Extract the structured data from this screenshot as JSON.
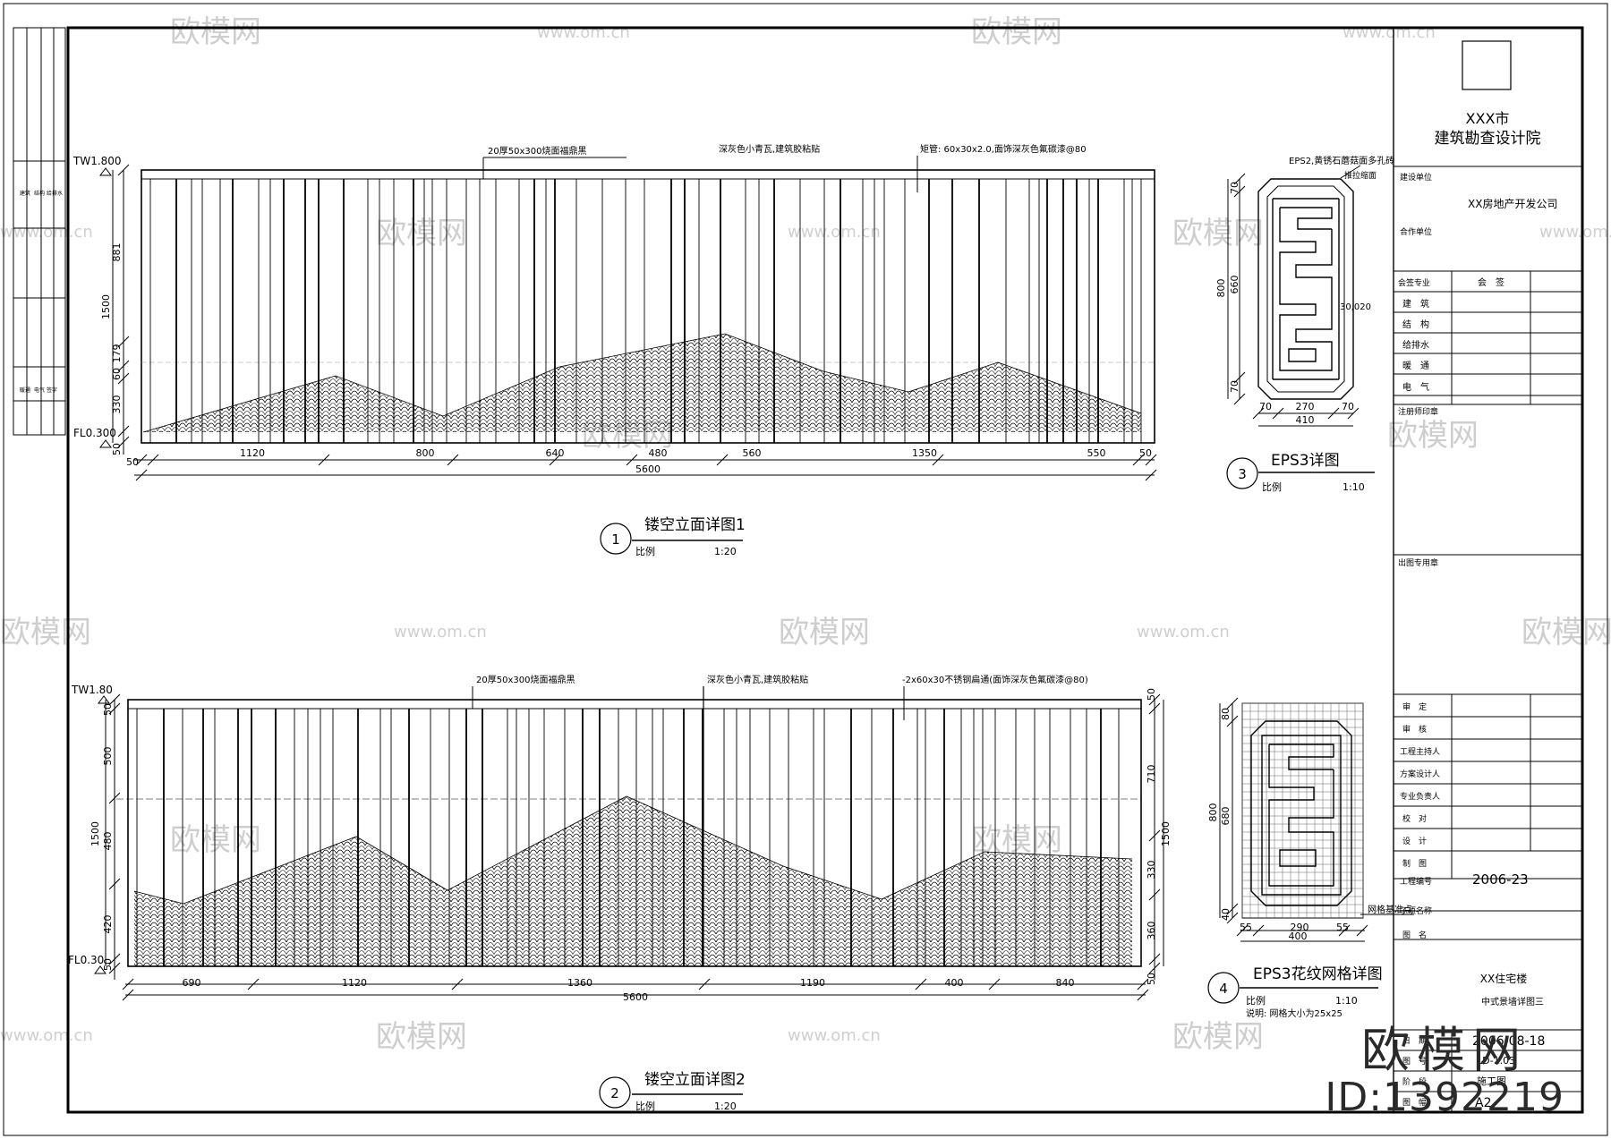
{
  "drawing1": {
    "top_label": "TW1.800",
    "bottom_label": "FL0.300",
    "note_coping": "20厚50x300烧面福鼎黑",
    "note_tile": "深灰色小青瓦,建筑胶粘贴",
    "note_tube": "矩管: 60x30x2.0,面饰深灰色氟碳漆@80",
    "dims_bottom": [
      "50",
      "1120",
      "800",
      "640",
      "480",
      "560",
      "1350",
      "550",
      "50"
    ],
    "dim_total": "5600",
    "dims_left": [
      "881",
      "179",
      "60",
      "330",
      "50"
    ],
    "dim_left_total": "1500",
    "title_number": "1",
    "title": "镂空立面详图1",
    "scale_label": "比例",
    "scale": "1:20"
  },
  "drawing2": {
    "top_label": "TW1.80",
    "bottom_label": "FL0.30",
    "note_coping": "20厚50x300烧面福鼎黑",
    "note_tile": "深灰色小青瓦,建筑胶粘贴",
    "note_tube": "-2x60x30不锈钢扁通(面饰深灰色氟碳漆@80)",
    "dims_bottom": [
      "690",
      "1120",
      "1360",
      "1190",
      "400",
      "840"
    ],
    "dim_total": "5600",
    "dims_left": [
      "50",
      "500",
      "480",
      "420",
      "50"
    ],
    "dim_left_total": "1500",
    "dims_right": [
      "50",
      "710",
      "330",
      "360",
      "50"
    ],
    "dim_right_total": "1500",
    "title_number": "2",
    "title": "镂空立面详图2",
    "scale_label": "比例",
    "scale": "1:20"
  },
  "drawing3": {
    "note": "EPS2,黄锈石蘑菇面多孔砖",
    "note2": "推拉缩面",
    "dims_left": [
      "70",
      "660",
      "70"
    ],
    "dim_left_total": "800",
    "dim_side": "30,020",
    "dims_bottom": [
      "70",
      "270",
      "70"
    ],
    "dim_total": "410",
    "title_number": "3",
    "title": "EPS3详图",
    "scale_label": "比例",
    "scale": "1:10"
  },
  "drawing4": {
    "dims_left": [
      "80",
      "680",
      "40"
    ],
    "dim_left_total": "800",
    "dims_bottom": [
      "55",
      "290",
      "55"
    ],
    "dim_total": "400",
    "note": "网格基准点",
    "title_number": "4",
    "title": "EPS3花纹网格详图",
    "scale_label": "比例",
    "scale": "1:10",
    "note_grid": "说明: 网格大小为25x25"
  },
  "title_block": {
    "institute_line1": "XXX市",
    "institute_line2": "建筑勘查设计院",
    "client_label": "建设单位",
    "client": "XX房地产开发公司",
    "partner_label": "合作单位",
    "review_label": "会签专业",
    "review_header": "会　签",
    "disciplines": [
      "建　筑",
      "结　构",
      "给排水",
      "暖　通",
      "电　气"
    ],
    "notes_label": "注册师印章",
    "stamp_label": "出图专用章",
    "signoff": [
      "审　定",
      "审　核",
      "工程主持人",
      "方案设计人",
      "专业负责人",
      "校　对",
      "设　计",
      "制　图"
    ],
    "project_no_label": "工程编号",
    "project_no": "2006-23",
    "subitem_label": "子项名称",
    "drawing_name_label": "图　名",
    "project_name": "XX住宅楼",
    "drawing_name": "中式景墙详图三",
    "date_label": "日　期",
    "date": "2006-08-18",
    "sheet_no_label": "图　号",
    "sheet_no": "LD-1.03",
    "phase_label": "阶　段",
    "phase": "施工图",
    "size_label": "图　幅",
    "size": "A2"
  },
  "margin_strip": [
    "建筑",
    "结构",
    "给排水",
    "暖通",
    "电气",
    "签字"
  ],
  "watermarks": {
    "brand": "欧模网",
    "url": "www.om.cn",
    "stamp_brand": "欧模网",
    "stamp_id": "ID:1392219"
  }
}
